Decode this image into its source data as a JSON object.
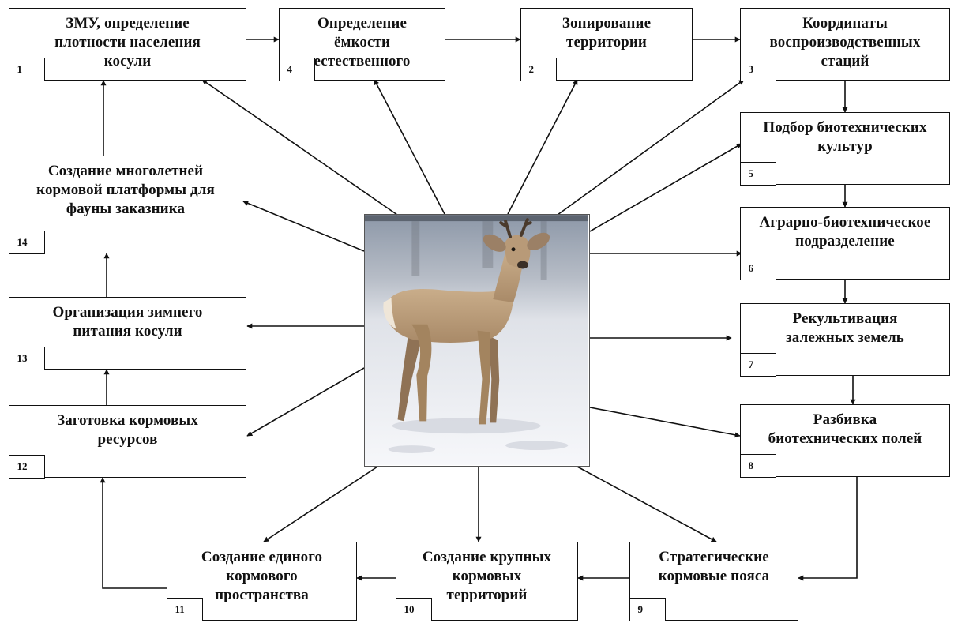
{
  "boxes": [
    {
      "id": "b1",
      "number": "1",
      "title": "ЗМУ, определение\nплотности населения\nкосули"
    },
    {
      "id": "b4",
      "number": "4",
      "title": "Определение\nёмкости\nестественного"
    },
    {
      "id": "b2",
      "number": "2",
      "title": "Зонирование\nтерритории"
    },
    {
      "id": "b3",
      "number": "3",
      "title": "Координаты\nвоспроизводственных\nстаций"
    },
    {
      "id": "b5",
      "number": "5",
      "title": "Подбор биотехнических\nкультур"
    },
    {
      "id": "b6",
      "number": "6",
      "title": "Аграрно-биотехническое\nподразделение"
    },
    {
      "id": "b7",
      "number": "7",
      "title": "Рекультивация\nзалежных земель"
    },
    {
      "id": "b8",
      "number": "8",
      "title": "Разбивка\nбиотехнических полей"
    },
    {
      "id": "b9",
      "number": "9",
      "title": "Стратегические\nкормовые пояса"
    },
    {
      "id": "b10",
      "number": "10",
      "title": "Создание крупных\nкормовых\nтерриторий"
    },
    {
      "id": "b11",
      "number": "11",
      "title": "Создание единого\nкормового\nпространства"
    },
    {
      "id": "b12",
      "number": "12",
      "title": "Заготовка кормовых\nресурсов"
    },
    {
      "id": "b13",
      "number": "13",
      "title": "Организация зимнего\nпитания косули"
    },
    {
      "id": "b14",
      "number": "14",
      "title": "Создание многолетней\nкормовой платформы для\nфауны заказника"
    }
  ],
  "flow": [
    [
      "b4",
      "b2"
    ],
    [
      "b2",
      "b3"
    ],
    [
      "b3",
      "b5"
    ],
    [
      "b5",
      "b6"
    ],
    [
      "b6",
      "b7"
    ],
    [
      "b7",
      "b8"
    ],
    [
      "b8",
      "b9"
    ],
    [
      "b9",
      "b10"
    ],
    [
      "b10",
      "b11"
    ],
    [
      "b11",
      "b12"
    ],
    [
      "b12",
      "b13"
    ],
    [
      "b13",
      "b14"
    ],
    [
      "b14",
      "b1"
    ],
    [
      "b1",
      "b4"
    ]
  ],
  "center_image": {
    "subject": "roe deer standing on snow"
  },
  "colors": {
    "stroke": "#111111",
    "background": "#ffffff"
  }
}
